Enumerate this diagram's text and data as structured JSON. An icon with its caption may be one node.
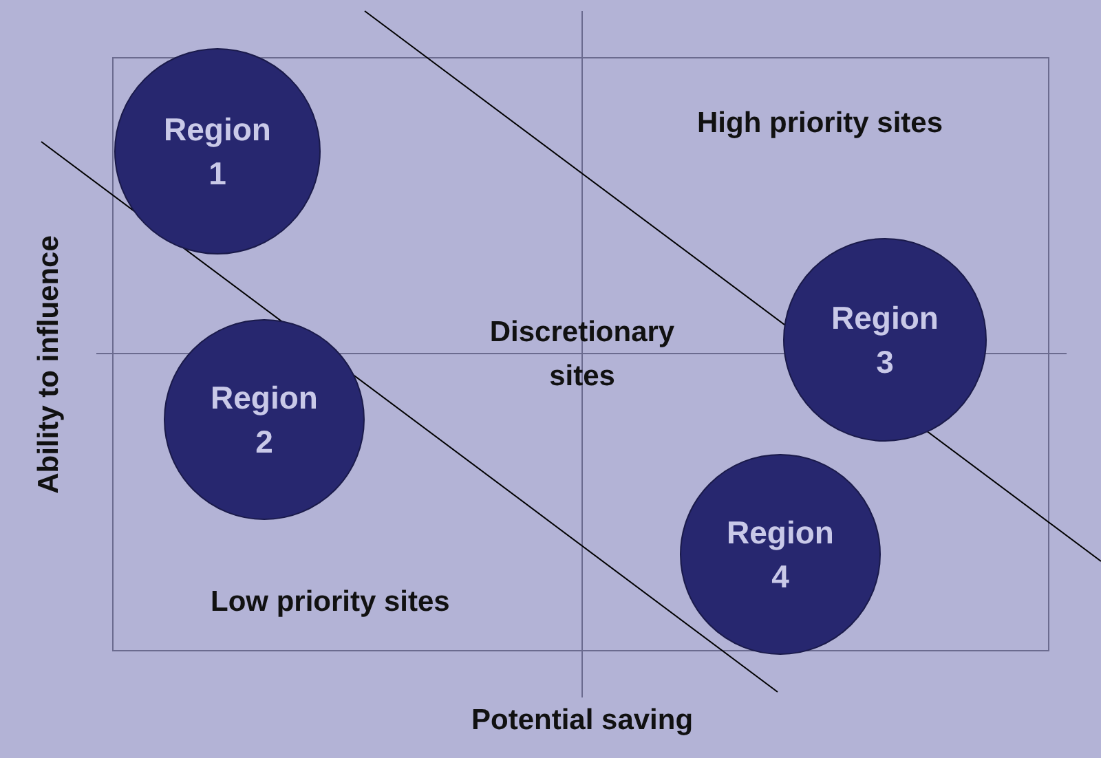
{
  "diagram": {
    "nodes": [
      {
        "text": [
          "Region 1"
        ]
      },
      {
        "text": [
          "Region 2"
        ]
      },
      {
        "text": [
          "Region 3"
        ]
      },
      {
        "text": [
          "Region 4"
        ]
      }
    ],
    "labels": [
      "High priority sites",
      "Discretionary sites",
      "Low priority sites",
      "Ability to influence",
      "Potential saving"
    ]
  }
}
